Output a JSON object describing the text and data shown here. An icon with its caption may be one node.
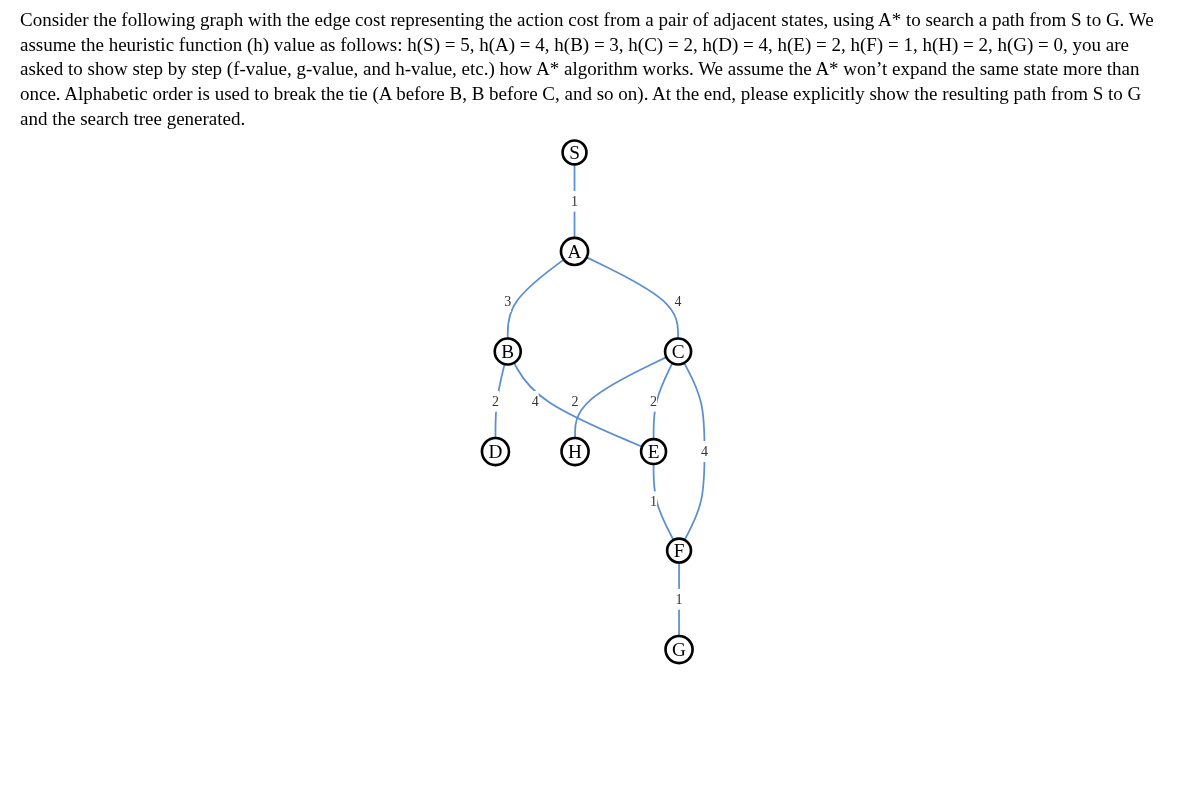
{
  "diagram": {
    "title": "Consider the following graph with the edge cost representing the action cost from a pair of adjacent states, using A* to search a path from S to G. We assume the heuristic function (h) value as follows: h(S) = 5, h(A) = 4, h(B) = 3, h(C) = 2, h(D) = 4, h(E) = 2, h(F) = 1, h(H) = 2, h(G) = 0, you are asked to show step by step (f-value, g-value, and h-value, etc.) how A* algorithm works. We assume the A* won’t expand the same state more than once. Alphabetic order is used to break the tie (A before B, B before C, and so on). At the end, please explicitly show the resulting path from S to G and the search tree generated.",
    "nodes": [
      {
        "text": [
          "S"
        ]
      },
      {
        "text": [
          "A"
        ]
      },
      {
        "text": [
          "H"
        ]
      },
      {
        "text": [
          "B"
        ]
      },
      {
        "text": [
          "C"
        ]
      },
      {
        "text": [
          "D"
        ]
      },
      {
        "text": [
          "E"
        ]
      },
      {
        "text": [
          "F"
        ]
      },
      {
        "text": [
          "G"
        ]
      }
    ],
    "edges": [
      {
        "from": 0,
        "to": 1,
        "arrow": "none",
        "label": "1"
      },
      {
        "from": 1,
        "to": 3,
        "arrow": "none",
        "label": "3"
      },
      {
        "from": 1,
        "to": 4,
        "arrow": "none",
        "label": "4"
      },
      {
        "from": 4,
        "to": 2,
        "arrow": "none",
        "label": "2"
      },
      {
        "from": 3,
        "to": 5,
        "arrow": "none",
        "label": "2"
      },
      {
        "from": 3,
        "to": 6,
        "arrow": "none",
        "label": "4"
      },
      {
        "from": 4,
        "to": 6,
        "arrow": "none",
        "label": "2"
      },
      {
        "from": 4,
        "to": 7,
        "arrow": "none",
        "label": "4"
      },
      {
        "from": 6,
        "to": 7,
        "arrow": "none",
        "label": "1"
      },
      {
        "from": 7,
        "to": 8,
        "arrow": "none",
        "label": "1"
      }
    ]
  }
}
